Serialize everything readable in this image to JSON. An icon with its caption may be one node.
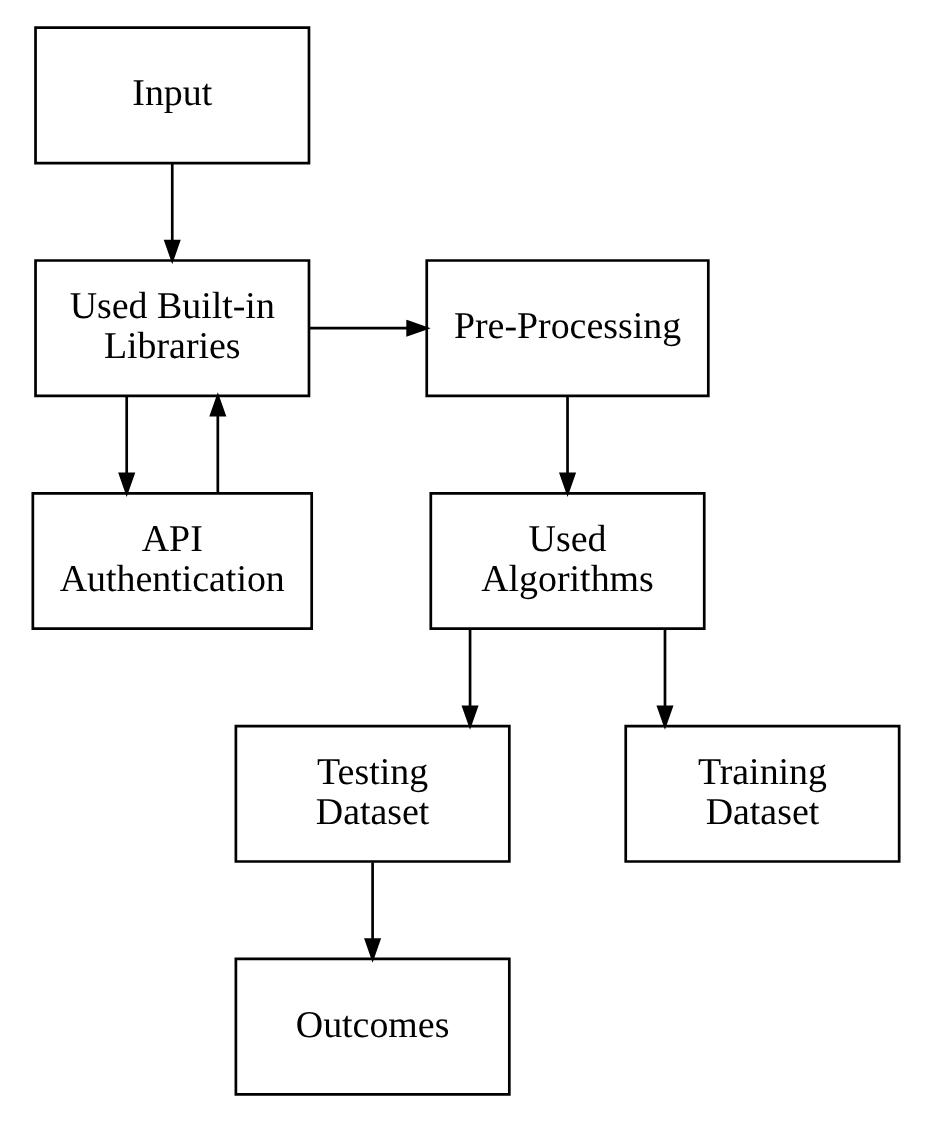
{
  "diagram": {
    "nodes": [
      {
        "text": [
          "Input"
        ]
      },
      {
        "text": [
          "Used Built-in Libraries"
        ]
      },
      {
        "text": [
          "API Authentication"
        ]
      },
      {
        "text": [
          "Pre-Processing"
        ]
      },
      {
        "text": [
          "Used Algorithms"
        ]
      },
      {
        "text": [
          "Testing Dataset"
        ]
      },
      {
        "text": [
          "Training Dataset"
        ]
      },
      {
        "text": [
          "Outcomes"
        ]
      }
    ],
    "edges": [
      {
        "from": 0,
        "to": 1,
        "arrow": "to"
      },
      {
        "from": 1,
        "to": 2,
        "arrow": "to"
      },
      {
        "from": 2,
        "to": 1,
        "arrow": "to"
      },
      {
        "from": 1,
        "to": 3,
        "arrow": "to"
      },
      {
        "from": 3,
        "to": 4,
        "arrow": "to"
      },
      {
        "from": 4,
        "to": 5,
        "arrow": "to"
      },
      {
        "from": 4,
        "to": 6,
        "arrow": "to"
      },
      {
        "from": 5,
        "to": 7,
        "arrow": "to"
      }
    ]
  }
}
